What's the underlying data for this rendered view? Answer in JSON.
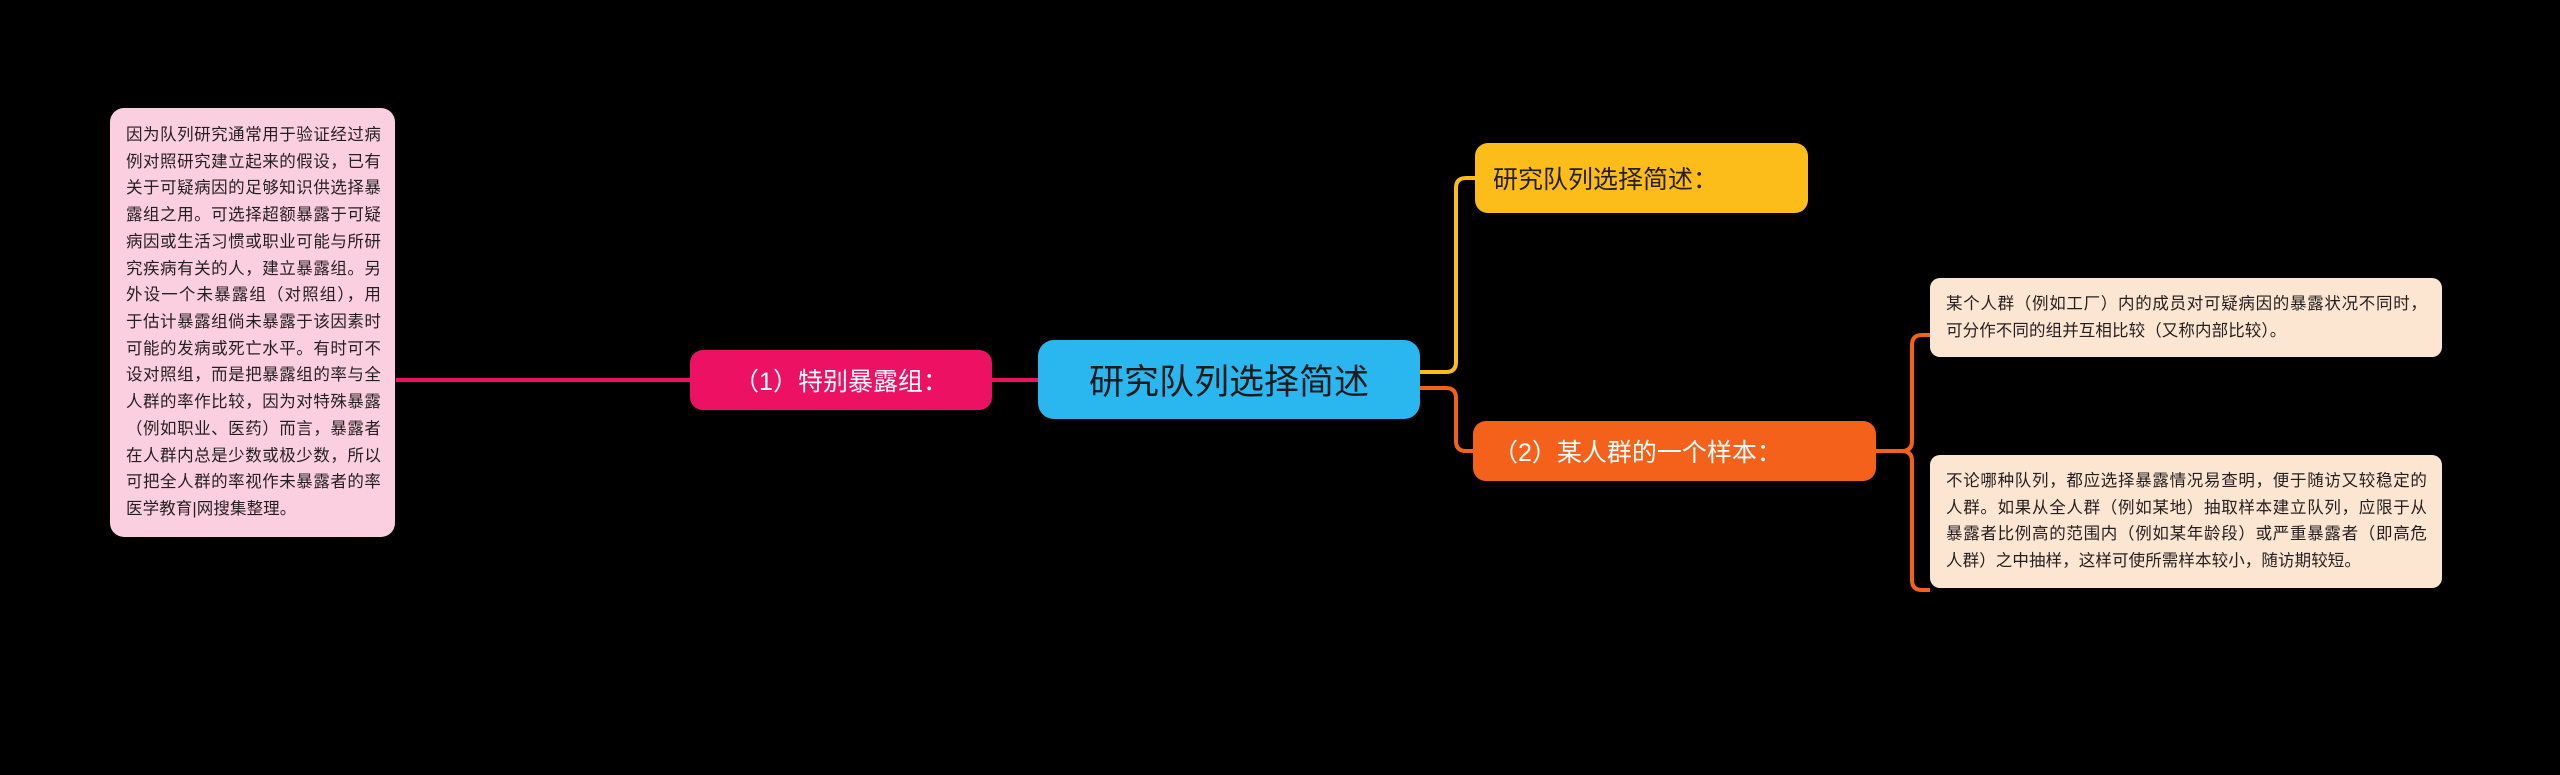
{
  "diagram": {
    "type": "mind-map",
    "background_color": "#000000",
    "center": {
      "label": "研究队列选择简述",
      "color": "#2ab6ef",
      "text_color": "#1a1a1a"
    },
    "branches": [
      {
        "id": "branch-left",
        "side": "left",
        "label": "（1）特别暴露组：",
        "color": "#ed1164",
        "text_color": "#ffffff",
        "leaf": {
          "color": "#fbcfdf",
          "text": "因为队列研究通常用于验证经过病例对照研究建立起来的假设，已有关于可疑病因的足够知识供选择暴露组之用。可选择超额暴露于可疑病因或生活习惯或职业可能与所研究疾病有关的人，建立暴露组。另外设一个未暴露组（对照组），用于估计暴露组倘未暴露于该因素时可能的发病或死亡水平。有时可不设对照组，而是把暴露组的率与全人群的率作比较，因为对特殊暴露（例如职业、医药）而言，暴露者在人群内总是少数或极少数，所以可把全人群的率视作未暴露者的率医学教育|网搜集整理。"
        }
      },
      {
        "id": "branch-right-top",
        "side": "right",
        "label": "研究队列选择简述：",
        "color": "#fcbc19",
        "text_color": "#231f20",
        "leaf": null
      },
      {
        "id": "branch-right-bottom",
        "side": "right",
        "label": "（2）某人群的一个样本：",
        "color": "#f4611a",
        "text_color": "#ffffff",
        "leaf": null
      }
    ],
    "right_leaves": [
      {
        "id": "leaf-cream-1",
        "color": "#fce5d1",
        "text": "某个人群（例如工厂）内的成员对可疑病因的暴露状况不同时，可分作不同的组并互相比较（又称内部比较）。"
      },
      {
        "id": "leaf-cream-2",
        "color": "#fce5d1",
        "text": "不论哪种队列，都应选择暴露情况易查明，便于随访又较稳定的人群。如果从全人群（例如某地）抽取样本建立队列，应限于从暴露者比例高的范围内（例如某年龄段）或严重暴露者（即高危人群）之中抽样，这样可使所需样本较小，随访期较短。"
      }
    ],
    "connector_colors": {
      "magenta": "#ed1164",
      "yellow": "#fcbc19",
      "orange": "#f4611a"
    }
  }
}
